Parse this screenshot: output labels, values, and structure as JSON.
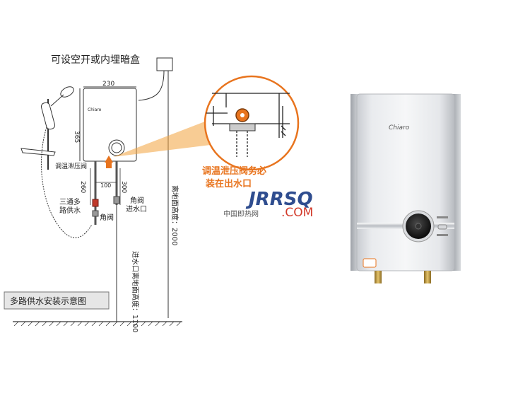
{
  "labels": {
    "top_note": "可设空开或内埋暗盒",
    "width_230": "230",
    "height_365": "365",
    "relief_valve": "调温泄压阀",
    "three_way": "三通多",
    "multi_supply": "路供水",
    "angle_valve_left": "角阀",
    "angle_valve_right": "角阀",
    "inlet": "进水口",
    "dim_260": "260",
    "dim_100": "100",
    "dim_300": "300",
    "vertical_floor_height": "离地面高度：2000",
    "vertical_inlet_height": "进水口离地面高度：1100",
    "caption": "多路供水安装示意图",
    "callout_line1": "调温泄压阀务必",
    "callout_line2": "装在出水口",
    "heater_brand_small": "Chiaro",
    "watermark_brand": "JRRSQ",
    "watermark_domain": ".COM",
    "watermark_cn": "中国即热网",
    "product_brand": "Chiaro"
  },
  "colors": {
    "callout_orange": "#e8741e",
    "watermark_blue": "#2f4d8f",
    "watermark_red": "#d23a2a"
  }
}
